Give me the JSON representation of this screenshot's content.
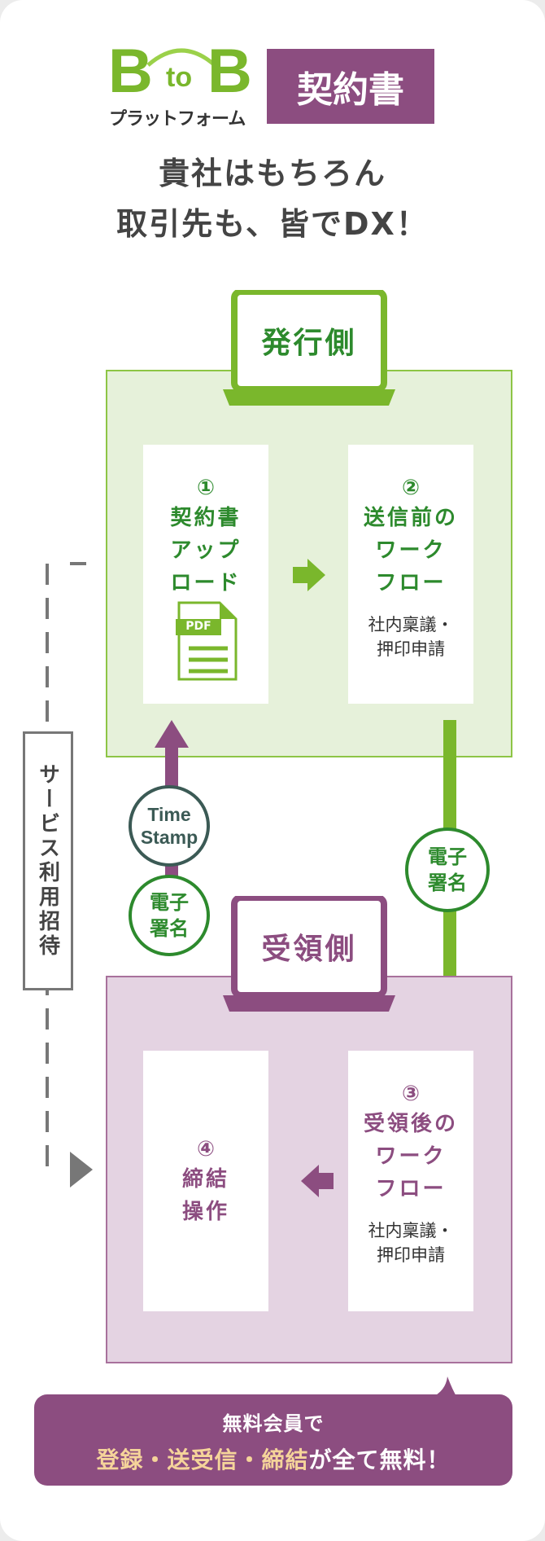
{
  "header": {
    "logo_b_left": "B",
    "logo_to": "to",
    "logo_b_right": "B",
    "logo_subtitle": "プラットフォーム",
    "badge": "契約書",
    "tagline_line1": "貴社はもちろん",
    "tagline_line2": "取引先も、皆でDX！"
  },
  "issuer": {
    "label": "発行側",
    "step1": {
      "number": "①",
      "title_lines": [
        "契約書",
        "アップ",
        "ロード"
      ],
      "pdf_label": "PDF"
    },
    "step2": {
      "number": "②",
      "title_lines": [
        "送信前の",
        "ワーク",
        "フロー"
      ],
      "note_lines": [
        "社内稟議・",
        "押印申請"
      ]
    }
  },
  "receiver": {
    "label": "受領側",
    "step3": {
      "number": "③",
      "title_lines": [
        "受領後の",
        "ワーク",
        "フロー"
      ],
      "note_lines": [
        "社内稟議・",
        "押印申請"
      ]
    },
    "step4": {
      "number": "④",
      "title_lines": [
        "締結",
        "操作"
      ]
    }
  },
  "badges": {
    "timestamp_lines": [
      "Time",
      "Stamp"
    ],
    "esign_lines": [
      "電子",
      "署名"
    ]
  },
  "side": {
    "invite_label": "サービス利用招待"
  },
  "banner": {
    "line1": "無料会員で",
    "highlight": "登録・送受信・締結",
    "suffix": "が全て無料！"
  },
  "colors": {
    "green": "#7ab72c",
    "green_text": "#2d8a2d",
    "green_panel": "#e6f1da",
    "purple": "#8c4d80",
    "purple_panel": "#e4d3e2",
    "teal": "#3b5a55",
    "banner_highlight": "#f5d49a"
  }
}
